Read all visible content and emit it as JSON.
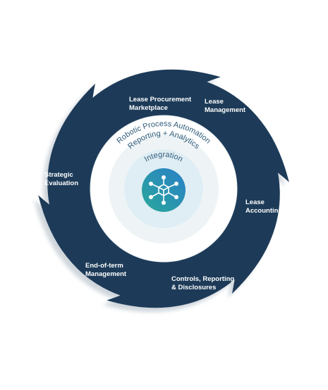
{
  "diagram": {
    "segments": [
      {
        "id": "lease-procurement",
        "lines": [
          "Lease Procurement",
          "Marketplace"
        ]
      },
      {
        "id": "lease-management",
        "lines": [
          "Lease",
          "Management"
        ]
      },
      {
        "id": "lease-accounting",
        "lines": [
          "Lease",
          "Accounting"
        ]
      },
      {
        "id": "controls-reporting",
        "lines": [
          "Controls, Reporting",
          "& Disclosures"
        ]
      },
      {
        "id": "end-of-term",
        "lines": [
          "End-of-term",
          "Management"
        ]
      },
      {
        "id": "strategic-evaluation",
        "lines": [
          "Strategic",
          "Evaluation"
        ]
      }
    ],
    "rings": {
      "outer": "Robotic Process Automation",
      "middle": "Reporting + Analytics",
      "inner": "Integration"
    },
    "center_icon": "network-hub-icon"
  },
  "colors": {
    "segment_fill": "#1d3b58",
    "segment_shadow": "#cfd6dc",
    "ring_outer": "#ffffff",
    "ring_middle": "#eef4f6",
    "ring_inner": "#dfeef4",
    "hub_start": "#2aa89a",
    "hub_end": "#2a7fc8"
  }
}
